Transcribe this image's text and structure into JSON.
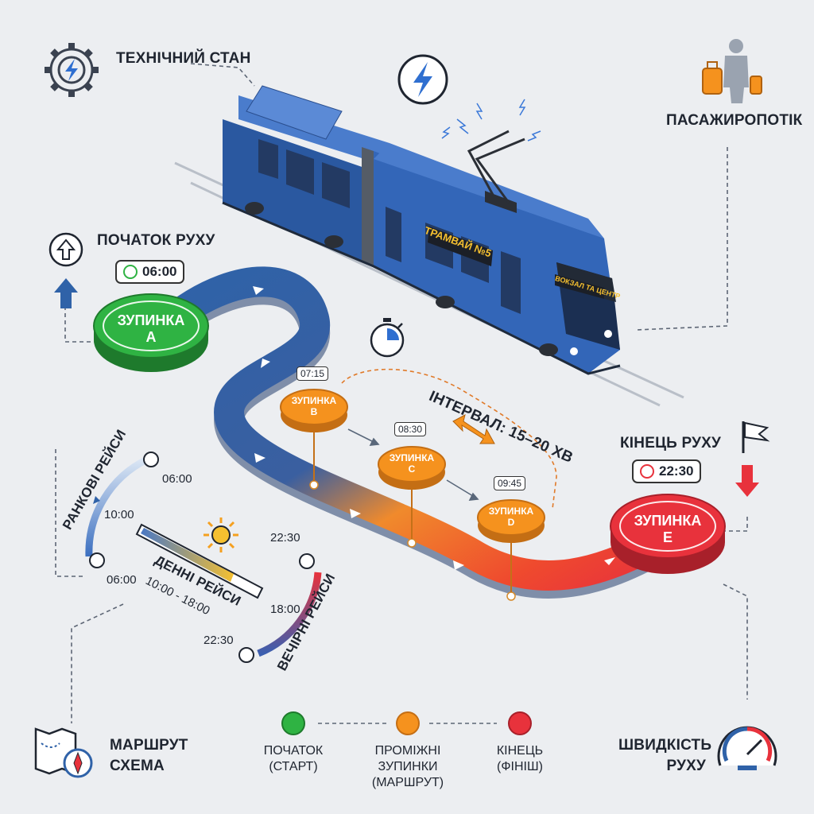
{
  "labels": {
    "tech_state": "ТЕХНІЧНИЙ СТАН",
    "passenger_flow": "ПАСАЖИРОПОТІК",
    "start_movement": "ПОЧАТОК РУХУ",
    "end_movement": "КІНЕЦЬ РУХУ",
    "interval": "ІНТЕРВАЛ: 15–20 ХВ",
    "morning_trips": "РАНКОВІ РЕЙСИ",
    "day_trips": "ДЕННІ РЕЙСИ",
    "day_range": "10:00 - 18:00",
    "evening_trips": "ВЕЧІРНІ РЕЙСИ",
    "route_line1": "МАРШРУТ",
    "route_line2": "СХЕМА",
    "speed_line1": "ШВИДКІСТЬ",
    "speed_line2": "РУХУ"
  },
  "tram": {
    "side_sign": "ТРАМВАЙ №5",
    "front_sign": "ВОКЗАЛ ТА ЦЕНТР"
  },
  "times": {
    "start": "06:00",
    "end": "22:30",
    "stop_b": "07:15",
    "stop_c": "08:30",
    "stop_d": "09:45",
    "morning_start": "06:00",
    "morning_mid": "10:00",
    "morning_end": "06:00",
    "evening_start": "22:30",
    "evening_mid": "18:00",
    "evening_end": "22:30"
  },
  "stops": {
    "a": {
      "line1": "ЗУПИНКА",
      "line2": "A"
    },
    "b": {
      "line1": "ЗУПИНКА",
      "line2": "B"
    },
    "c": {
      "line1": "ЗУПИНКА",
      "line2": "C"
    },
    "d": {
      "line1": "ЗУПИНКА",
      "line2": "D"
    },
    "e": {
      "line1": "ЗУПИНКА",
      "line2": "E"
    }
  },
  "legend": [
    {
      "line1": "ПОЧАТОК",
      "line2": "(СТАРТ)",
      "line3": "",
      "color": "#2fb343"
    },
    {
      "line1": "ПРОМІЖНІ",
      "line2": "ЗУПИНКИ",
      "line3": "(МАРШРУТ)",
      "color": "#f5921e"
    },
    {
      "line1": "КІНЕЦЬ",
      "line2": "(ФІНІШ)",
      "line3": "",
      "color": "#e8323c"
    }
  ],
  "colors": {
    "start_green": "#2fb343",
    "mid_orange": "#f5921e",
    "end_red": "#e8323c",
    "route_blue": "#2f62a8",
    "tram_blue": "#3366b8"
  },
  "icons": [
    "gear-bolt-icon",
    "bolt-icon",
    "passenger-luggage-icon",
    "arrow-up-icon",
    "clock-icon",
    "stopwatch-icon",
    "sun-icon",
    "flag-icon",
    "arrow-down-icon",
    "map-compass-icon",
    "speedometer-icon"
  ]
}
